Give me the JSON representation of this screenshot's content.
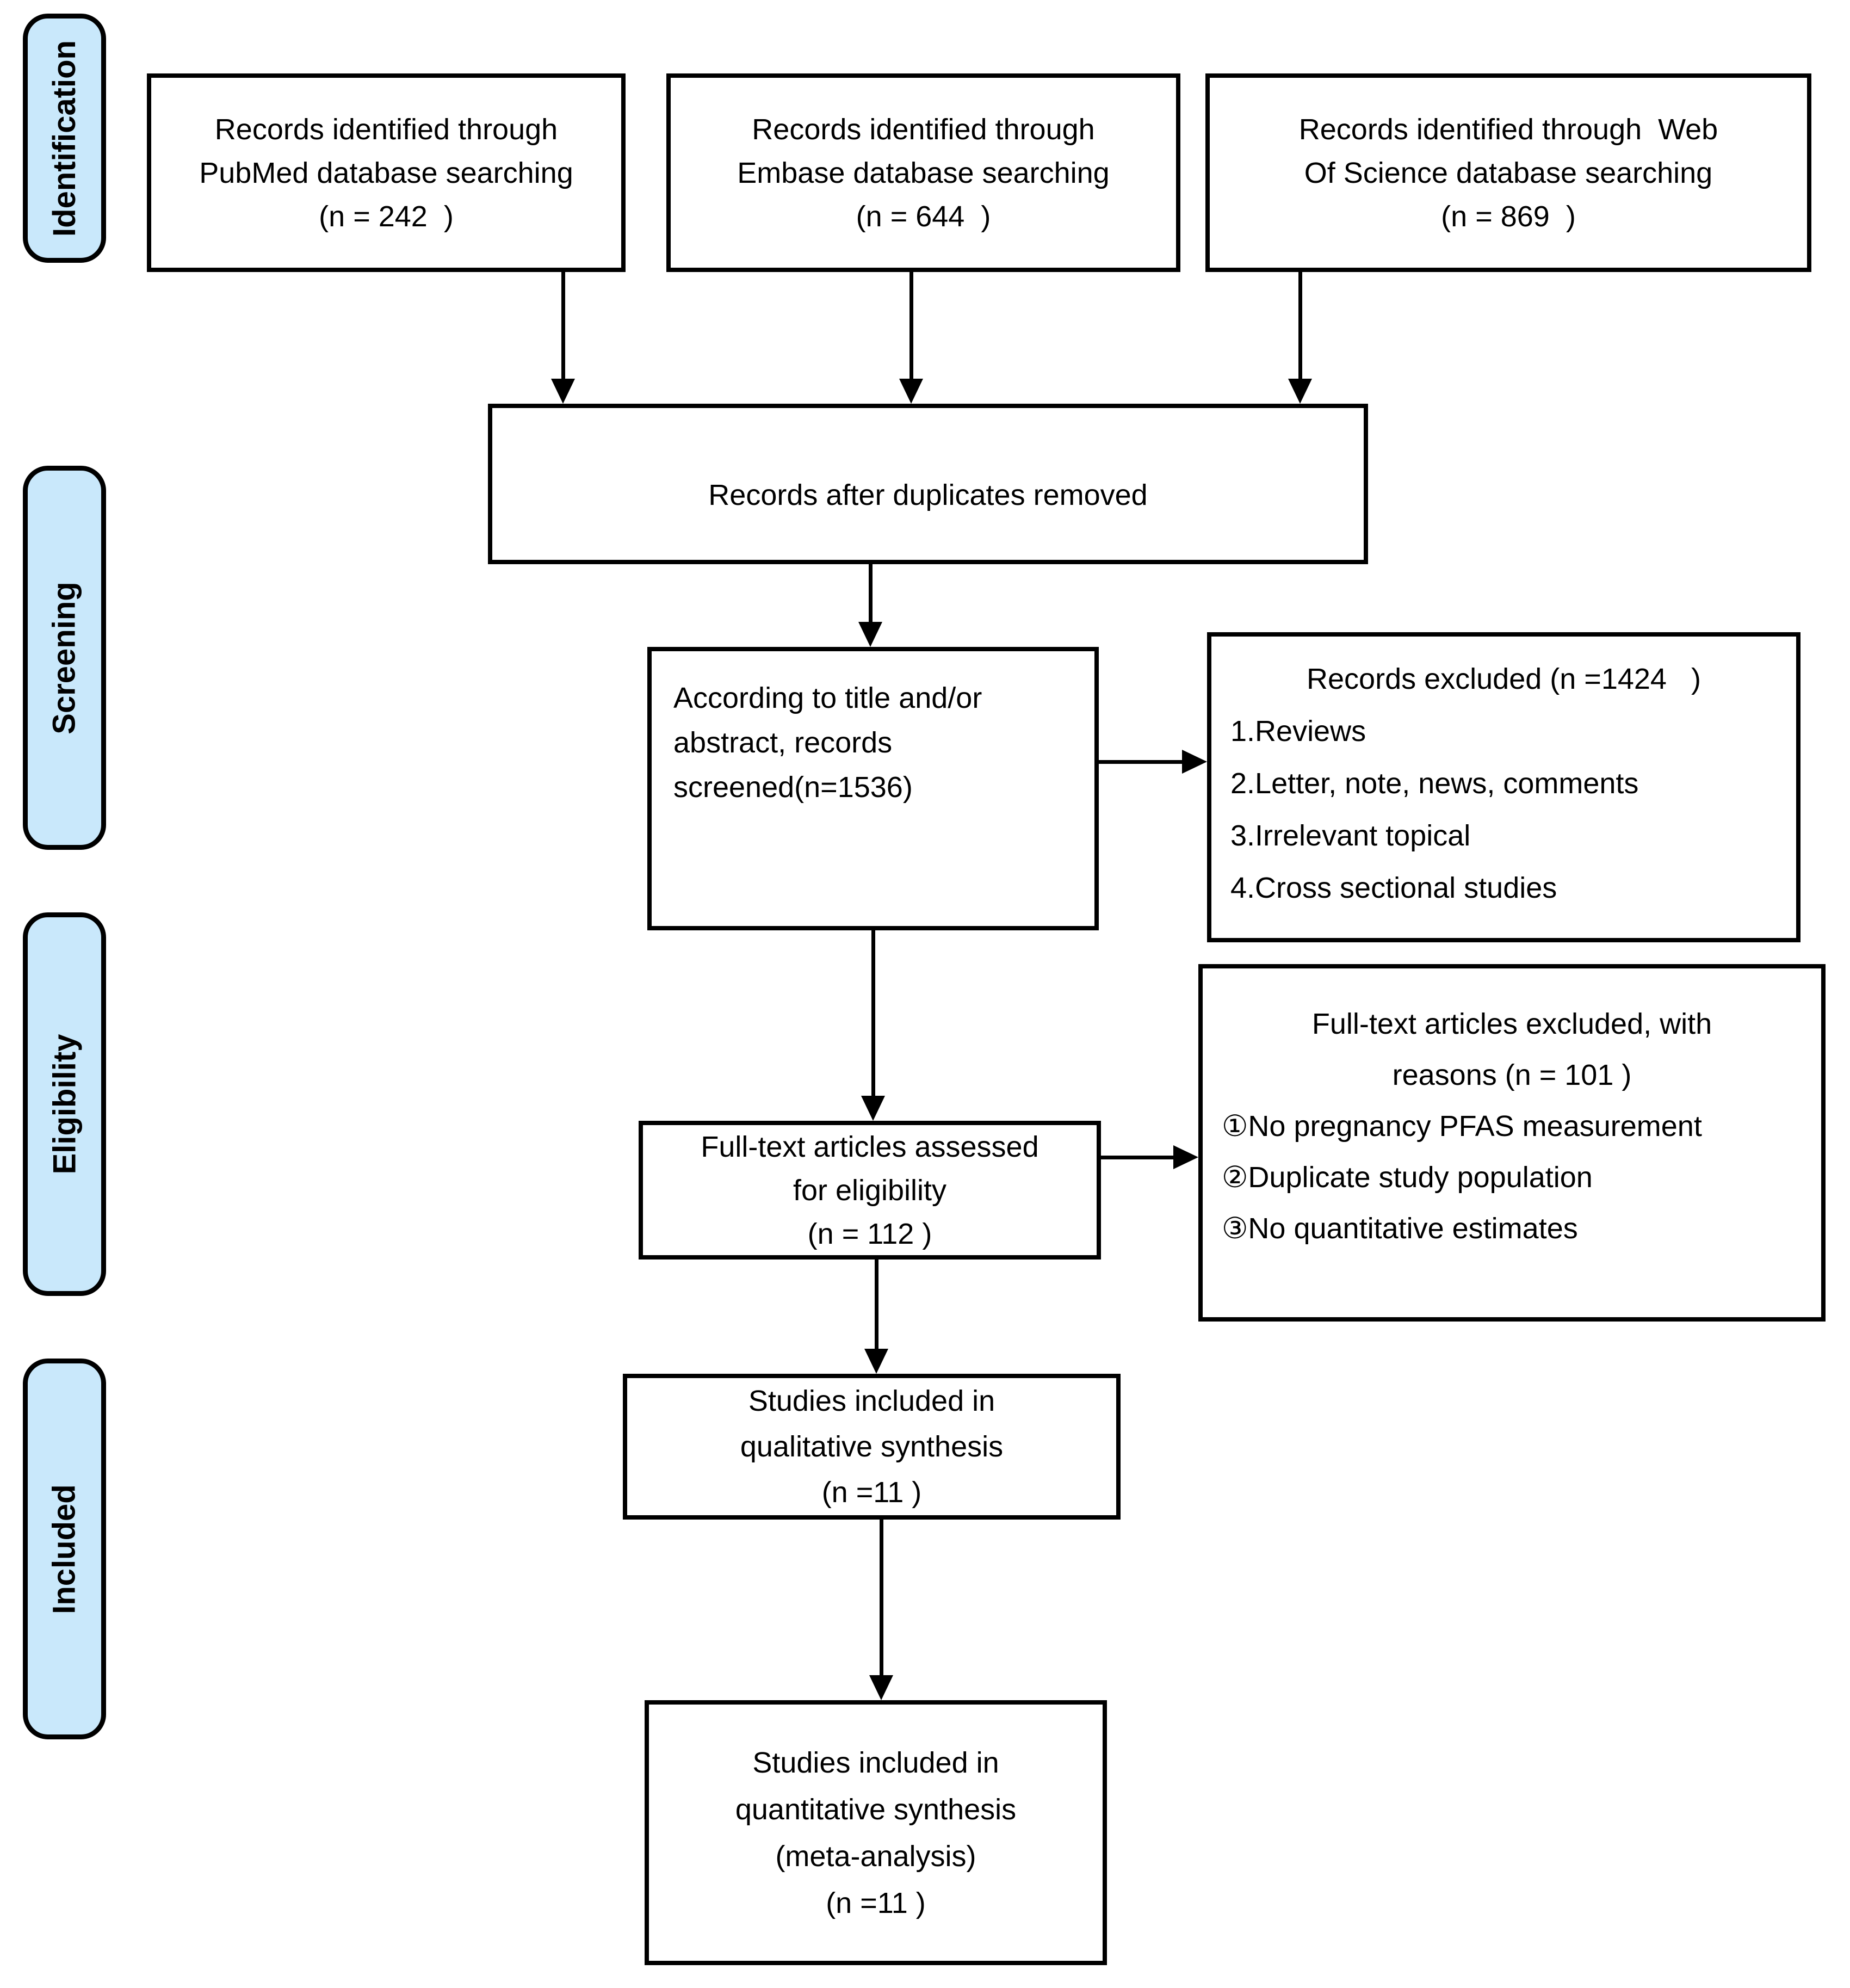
{
  "stages": [
    "Identification",
    "Screening",
    "Eligibility",
    "Included"
  ],
  "colors": {
    "stage_fill": "#c9e8fb",
    "stroke": "#000000",
    "box_fill": "#ffffff"
  },
  "boxes": {
    "pubmed": {
      "lines": [
        "Records identified through",
        "PubMed database searching",
        "(n = 242  )"
      ]
    },
    "embase": {
      "lines": [
        "Records identified through",
        "Embase database searching",
        "(n = 644  )"
      ]
    },
    "web_of_science": {
      "lines": [
        "Records identified through  Web",
        "Of Science database searching",
        "(n = 869  )"
      ]
    },
    "duplicates_removed": {
      "lines": [
        "Records after duplicates removed"
      ]
    },
    "records_screened": {
      "lines": [
        "According to title and/or",
        "abstract, records",
        "screened(n=1536)"
      ]
    },
    "records_excluded": {
      "title": "Records excluded (n =1424   )",
      "reasons": [
        "1.Reviews",
        "2.Letter, note, news, comments",
        "3.Irrelevant topical",
        "4.Cross sectional studies"
      ]
    },
    "fulltext_assessed": {
      "lines": [
        "Full-text articles assessed",
        "for eligibility",
        "(n = 112 )"
      ]
    },
    "fulltext_excluded": {
      "title_lines": [
        "Full-text articles excluded, with",
        "reasons (n = 101 )"
      ],
      "reasons": [
        "①No pregnancy PFAS measurement",
        "②Duplicate study population",
        "③No quantitative estimates"
      ]
    },
    "qualitative_synthesis": {
      "lines": [
        "Studies included in",
        "qualitative synthesis",
        "(n =11 )"
      ]
    },
    "quantitative_synthesis": {
      "lines": [
        "Studies included in",
        "quantitative synthesis",
        "(meta-analysis)",
        "(n =11 )"
      ]
    }
  }
}
